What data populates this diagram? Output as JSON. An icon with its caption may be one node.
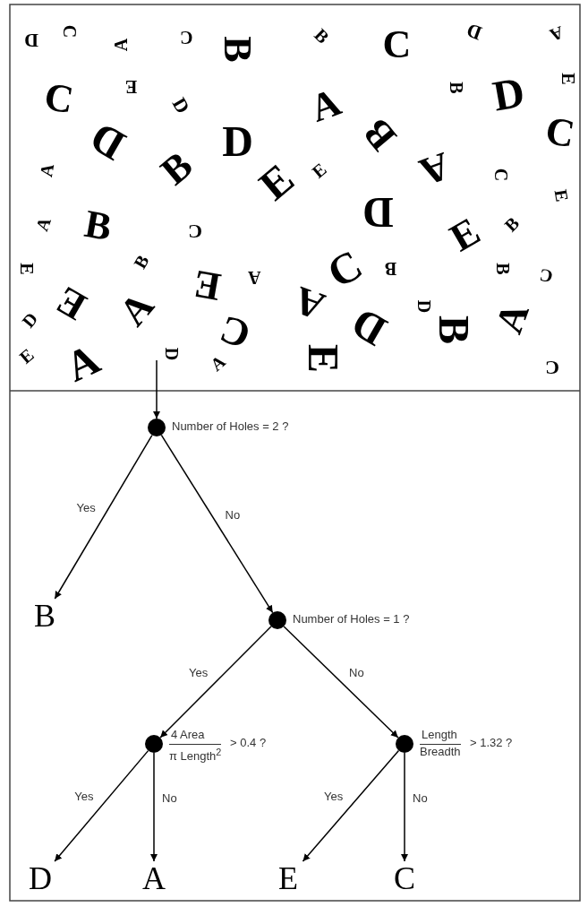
{
  "diagram": {
    "nodes": [
      {
        "text": [],
        "shape": "circle",
        "beside": [
          "Number of Holes = 2 ?"
        ]
      },
      {
        "text": [
          "B"
        ]
      },
      {
        "text": [],
        "shape": "circle",
        "beside": [
          "Number of Holes = 1 ?"
        ]
      },
      {
        "text": [],
        "shape": "circle",
        "beside": [
          "4 Area",
          "π Length$^{2}$",
          "> 0.4 ?"
        ]
      },
      {
        "text": [],
        "shape": "circle",
        "beside": [
          "Length",
          "Breadth",
          "> 1.32 ?"
        ]
      },
      {
        "text": [
          "D"
        ]
      },
      {
        "text": [
          "A"
        ]
      },
      {
        "text": [
          "E"
        ]
      },
      {
        "text": [
          "C"
        ]
      }
    ],
    "edges": [
      {
        "from": null,
        "to": 0,
        "arrow": "to"
      },
      {
        "from": 0,
        "to": 1,
        "arrow": "to",
        "label": "Yes"
      },
      {
        "from": 0,
        "to": 2,
        "arrow": "to",
        "label": "No"
      },
      {
        "from": 2,
        "to": 3,
        "arrow": "to",
        "label": "Yes"
      },
      {
        "from": 2,
        "to": 4,
        "arrow": "to",
        "label": "No"
      },
      {
        "from": 3,
        "to": 5,
        "arrow": "to",
        "label": "Yes"
      },
      {
        "from": 3,
        "to": 6,
        "arrow": "to",
        "label": "No"
      },
      {
        "from": 4,
        "to": 7,
        "arrow": "to",
        "label": "Yes"
      },
      {
        "from": 4,
        "to": 8,
        "arrow": "to",
        "label": "No"
      }
    ],
    "labels": [
      "D",
      "C",
      "A",
      "C",
      "B",
      "B",
      "C",
      "D",
      "A",
      "C",
      "E",
      "D",
      "A",
      "B",
      "D",
      "E",
      "D",
      "D",
      "B",
      "C",
      "A",
      "B",
      "E",
      "E",
      "A",
      "C",
      "E",
      "A",
      "B",
      "C",
      "D",
      "E",
      "B",
      "E",
      "B",
      "E",
      "A",
      "C",
      "B",
      "B",
      "C",
      "D",
      "E",
      "A",
      "C",
      "A",
      "D",
      "D",
      "A",
      "E",
      "A",
      "D",
      "A",
      "E",
      "B",
      "C"
    ]
  }
}
